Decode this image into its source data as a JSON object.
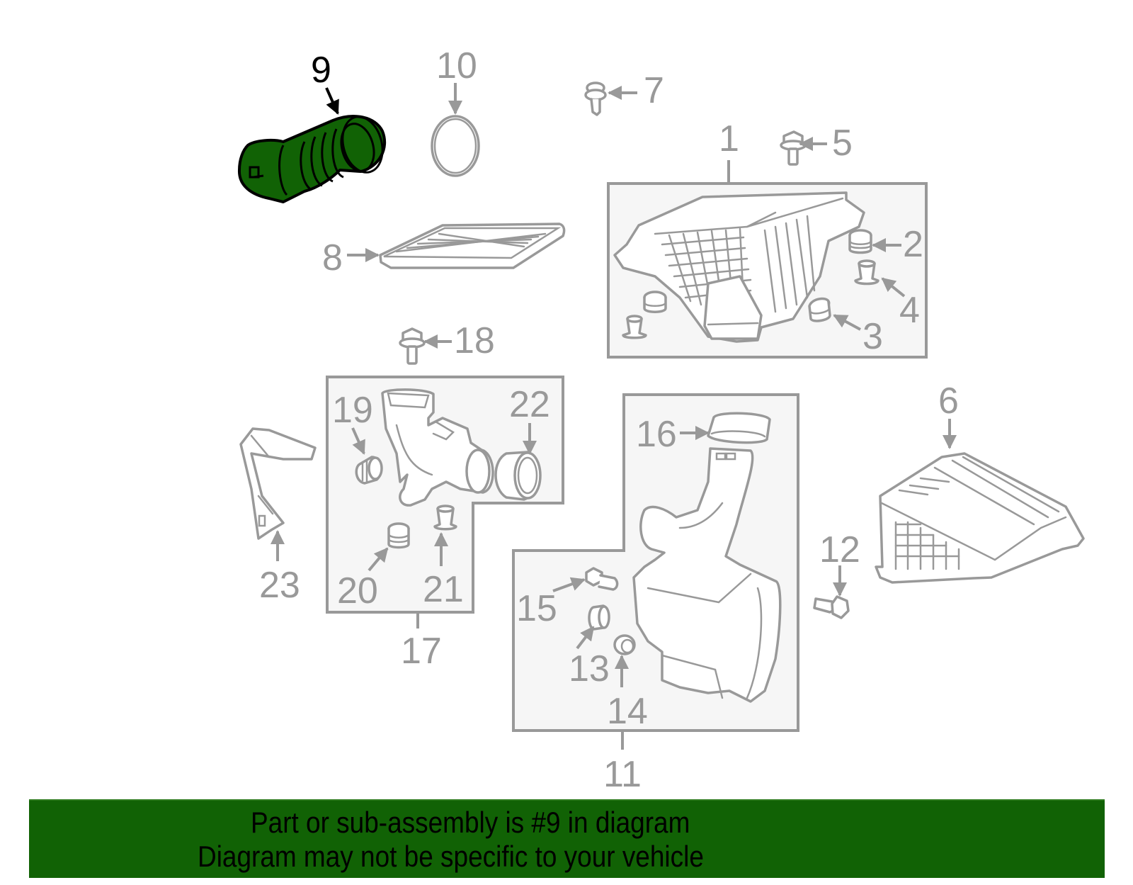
{
  "diagram": {
    "title": "Air Intake / Air Cleaner Assembly Parts Diagram",
    "highlighted_part": "9",
    "colors": {
      "highlight_fill": "#116205",
      "highlight_stroke": "#000000",
      "line_gray": "#999999",
      "box_fill": "#f6f6f6",
      "banner_bg": "#116205",
      "banner_text": "#000000"
    },
    "callouts": [
      {
        "number": "1",
        "part": "air-cleaner-lower-housing-assembly",
        "grouped": true
      },
      {
        "number": "2",
        "part": "grommet"
      },
      {
        "number": "3",
        "part": "grommet"
      },
      {
        "number": "4",
        "part": "bushing"
      },
      {
        "number": "5",
        "part": "bolt"
      },
      {
        "number": "6",
        "part": "air-cleaner-upper-cover"
      },
      {
        "number": "7",
        "part": "push-clip"
      },
      {
        "number": "8",
        "part": "air-filter-element"
      },
      {
        "number": "9",
        "part": "intake-tube-hose",
        "highlighted": true
      },
      {
        "number": "10",
        "part": "o-ring-seal"
      },
      {
        "number": "11",
        "part": "resonator-assembly",
        "grouped": true
      },
      {
        "number": "12",
        "part": "bolt"
      },
      {
        "number": "13",
        "part": "grommet"
      },
      {
        "number": "14",
        "part": "bushing"
      },
      {
        "number": "15",
        "part": "bolt"
      },
      {
        "number": "16",
        "part": "seal"
      },
      {
        "number": "17",
        "part": "air-intake-duct-assembly",
        "grouped": true
      },
      {
        "number": "18",
        "part": "bolt"
      },
      {
        "number": "19",
        "part": "grommet"
      },
      {
        "number": "20",
        "part": "grommet"
      },
      {
        "number": "21",
        "part": "bushing"
      },
      {
        "number": "22",
        "part": "seal-ring"
      },
      {
        "number": "23",
        "part": "bracket"
      }
    ]
  },
  "labels": {
    "l1": "1",
    "l2": "2",
    "l3": "3",
    "l4": "4",
    "l5": "5",
    "l6": "6",
    "l7": "7",
    "l8": "8",
    "l9": "9",
    "l10": "10",
    "l11": "11",
    "l12": "12",
    "l13": "13",
    "l14": "14",
    "l15": "15",
    "l16": "16",
    "l17": "17",
    "l18": "18",
    "l19": "19",
    "l20": "20",
    "l21": "21",
    "l22": "22",
    "l23": "23"
  },
  "banner": {
    "line1": "Part or sub-assembly is #9 in diagram",
    "line2": "Diagram may not be specific to your vehicle"
  }
}
